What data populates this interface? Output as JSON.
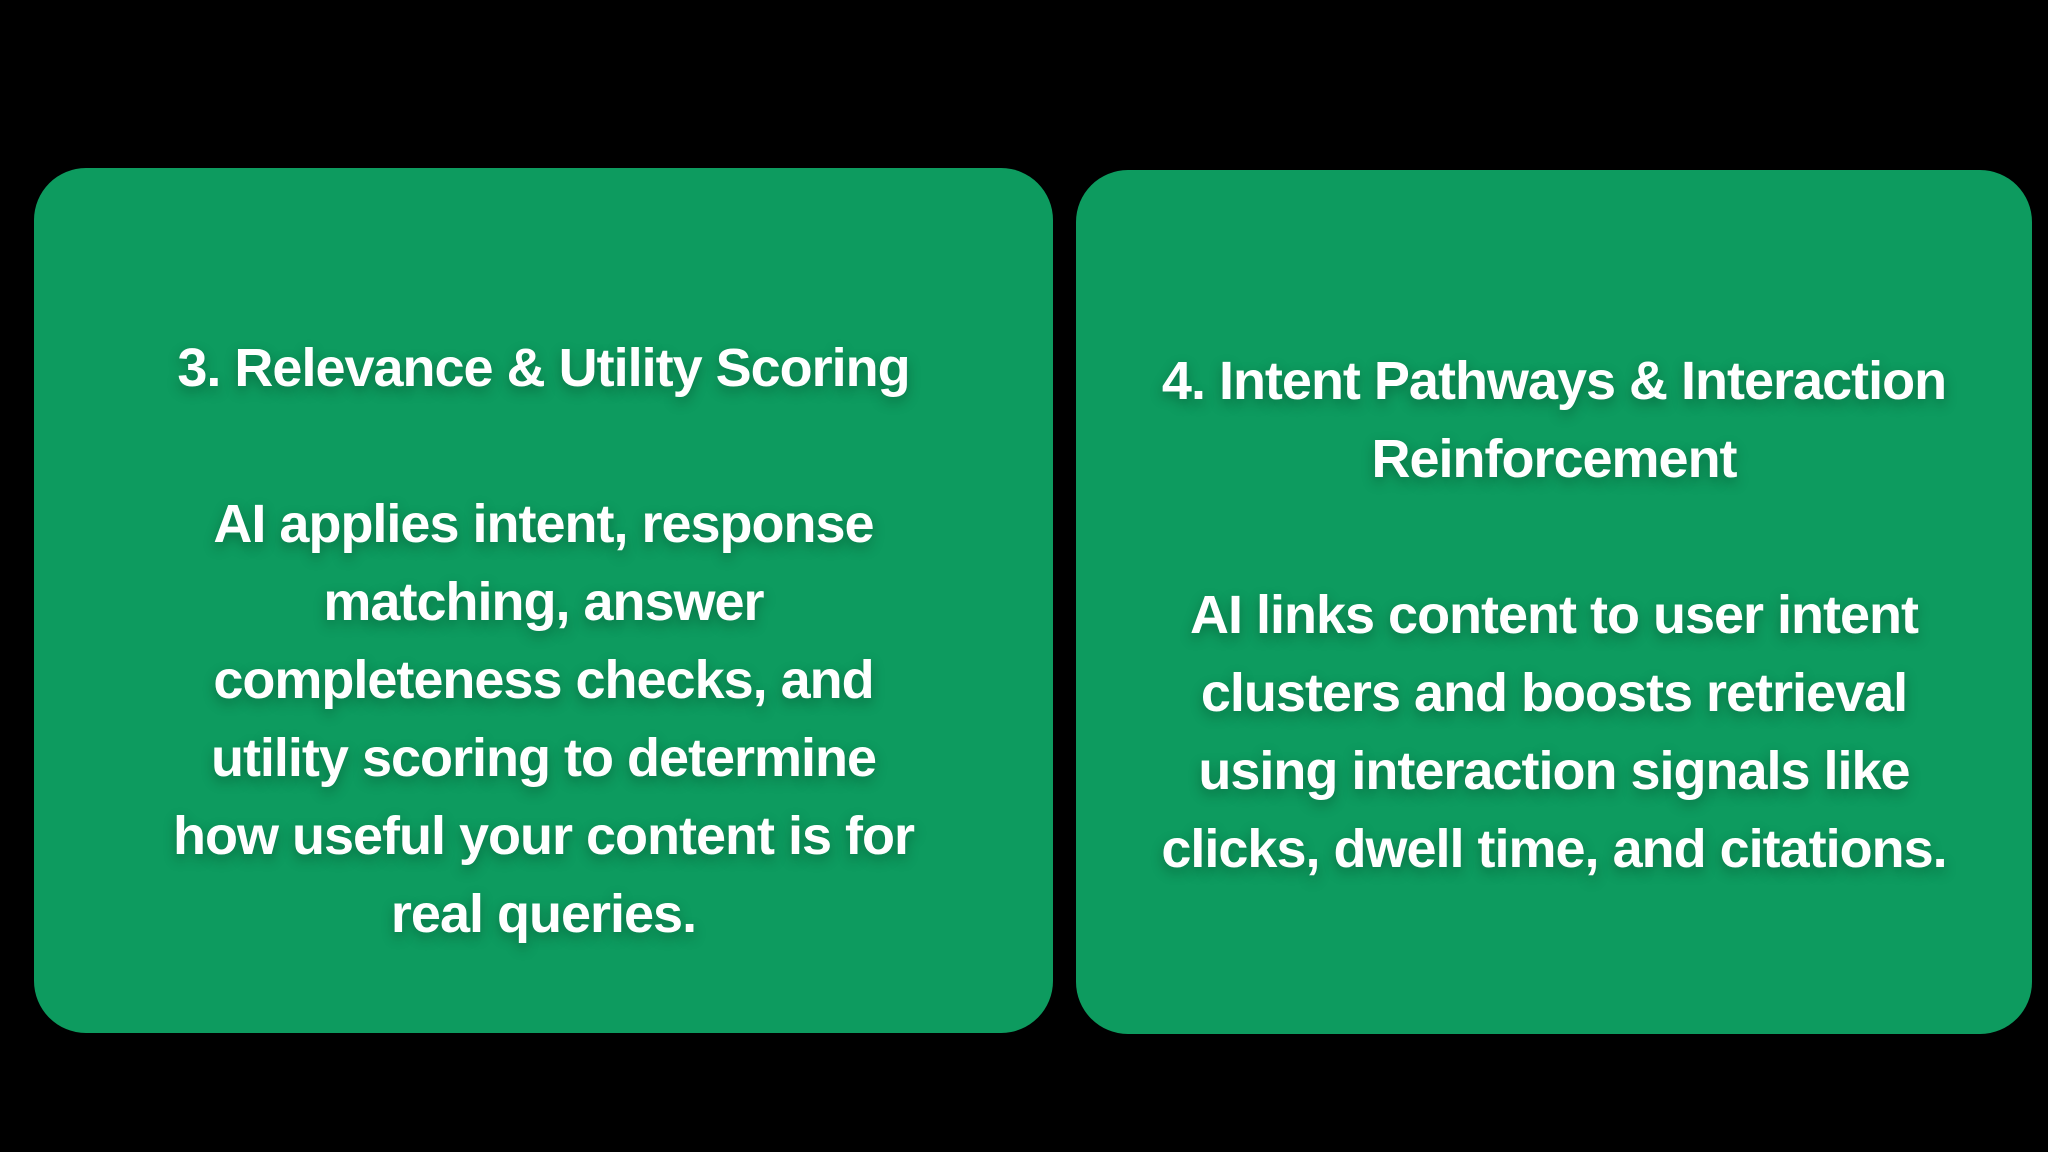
{
  "canvas": {
    "background_color": "#000000"
  },
  "cards": [
    {
      "name": "relevance-utility-scoring",
      "background_color": "#0d9b5f",
      "text_color": "#ffffff",
      "title_lines": [
        "3. Relevance & Utility Scoring"
      ],
      "body_lines": [
        "AI applies intent, response",
        "matching, answer",
        "completeness checks, and",
        "utility scoring to determine",
        "how useful your content is for",
        "real queries."
      ]
    },
    {
      "name": "intent-pathways-interaction-reinforcement",
      "background_color": "#0d9b5f",
      "text_color": "#ffffff",
      "title_lines": [
        "4. Intent Pathways & Interaction",
        "Reinforcement"
      ],
      "body_lines": [
        "AI links content to user intent",
        "clusters and boosts retrieval",
        "using interaction signals like",
        "clicks, dwell time, and citations."
      ]
    }
  ]
}
